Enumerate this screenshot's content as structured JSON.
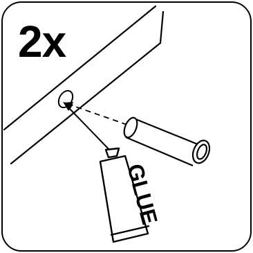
{
  "instruction_panel": {
    "quantity": "2x",
    "tube_label": "GLUE",
    "stroke_color": "#000000",
    "background_color": "#ffffff",
    "icons": [
      "panel-edge",
      "drill-hole",
      "wooden-dowel",
      "glue-tube",
      "direction-arrow"
    ]
  }
}
